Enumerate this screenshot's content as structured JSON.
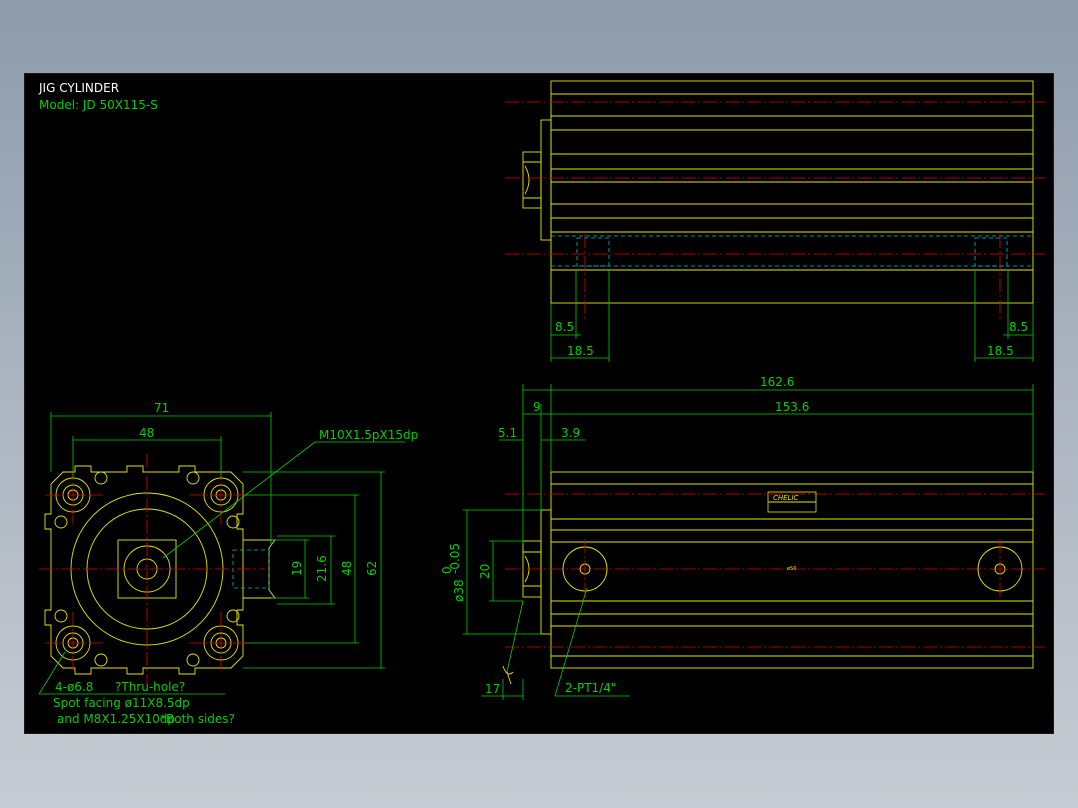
{
  "title": {
    "line1": "JIG CYLINDER",
    "line2": "Model:  JD 50X115-S"
  },
  "colors": {
    "background": "#000000",
    "outline": "#e6e600",
    "dimension": "#00d000",
    "centerline": "#e00000",
    "hidden": "#00bcd4"
  },
  "front_view": {
    "dims": {
      "width_71": "71",
      "pitch_48": "48",
      "thread_callout": "M10X1.5pX15dp",
      "d19": "19",
      "d21_6": "21.6",
      "d48": "48",
      "d62": "62"
    },
    "notes": {
      "holes": "4-ø6.8",
      "thru": "?Thru-hole?",
      "spot": "Spot facing  ø11X8.5dp",
      "thread": "and M8X1.25X10dp",
      "sides": "*Both sides?"
    }
  },
  "top_view": {
    "dims": {
      "left_8_5": "8.5",
      "left_18_5": "18.5",
      "right_8_5": "8.5",
      "right_18_5": "18.5"
    }
  },
  "side_view": {
    "dims": {
      "overall": "162.6",
      "d9": "9",
      "d153_6": "153.6",
      "d5_1": "5.1",
      "d3_9": "3.9",
      "rod_dia": "ø38",
      "tol_upper": "0",
      "tol_lower": "-0.05",
      "d20": "20",
      "d17": "17",
      "port": "2-PT1/4\""
    },
    "nameplate": "CHELIC",
    "bore_mark": "ø50"
  }
}
